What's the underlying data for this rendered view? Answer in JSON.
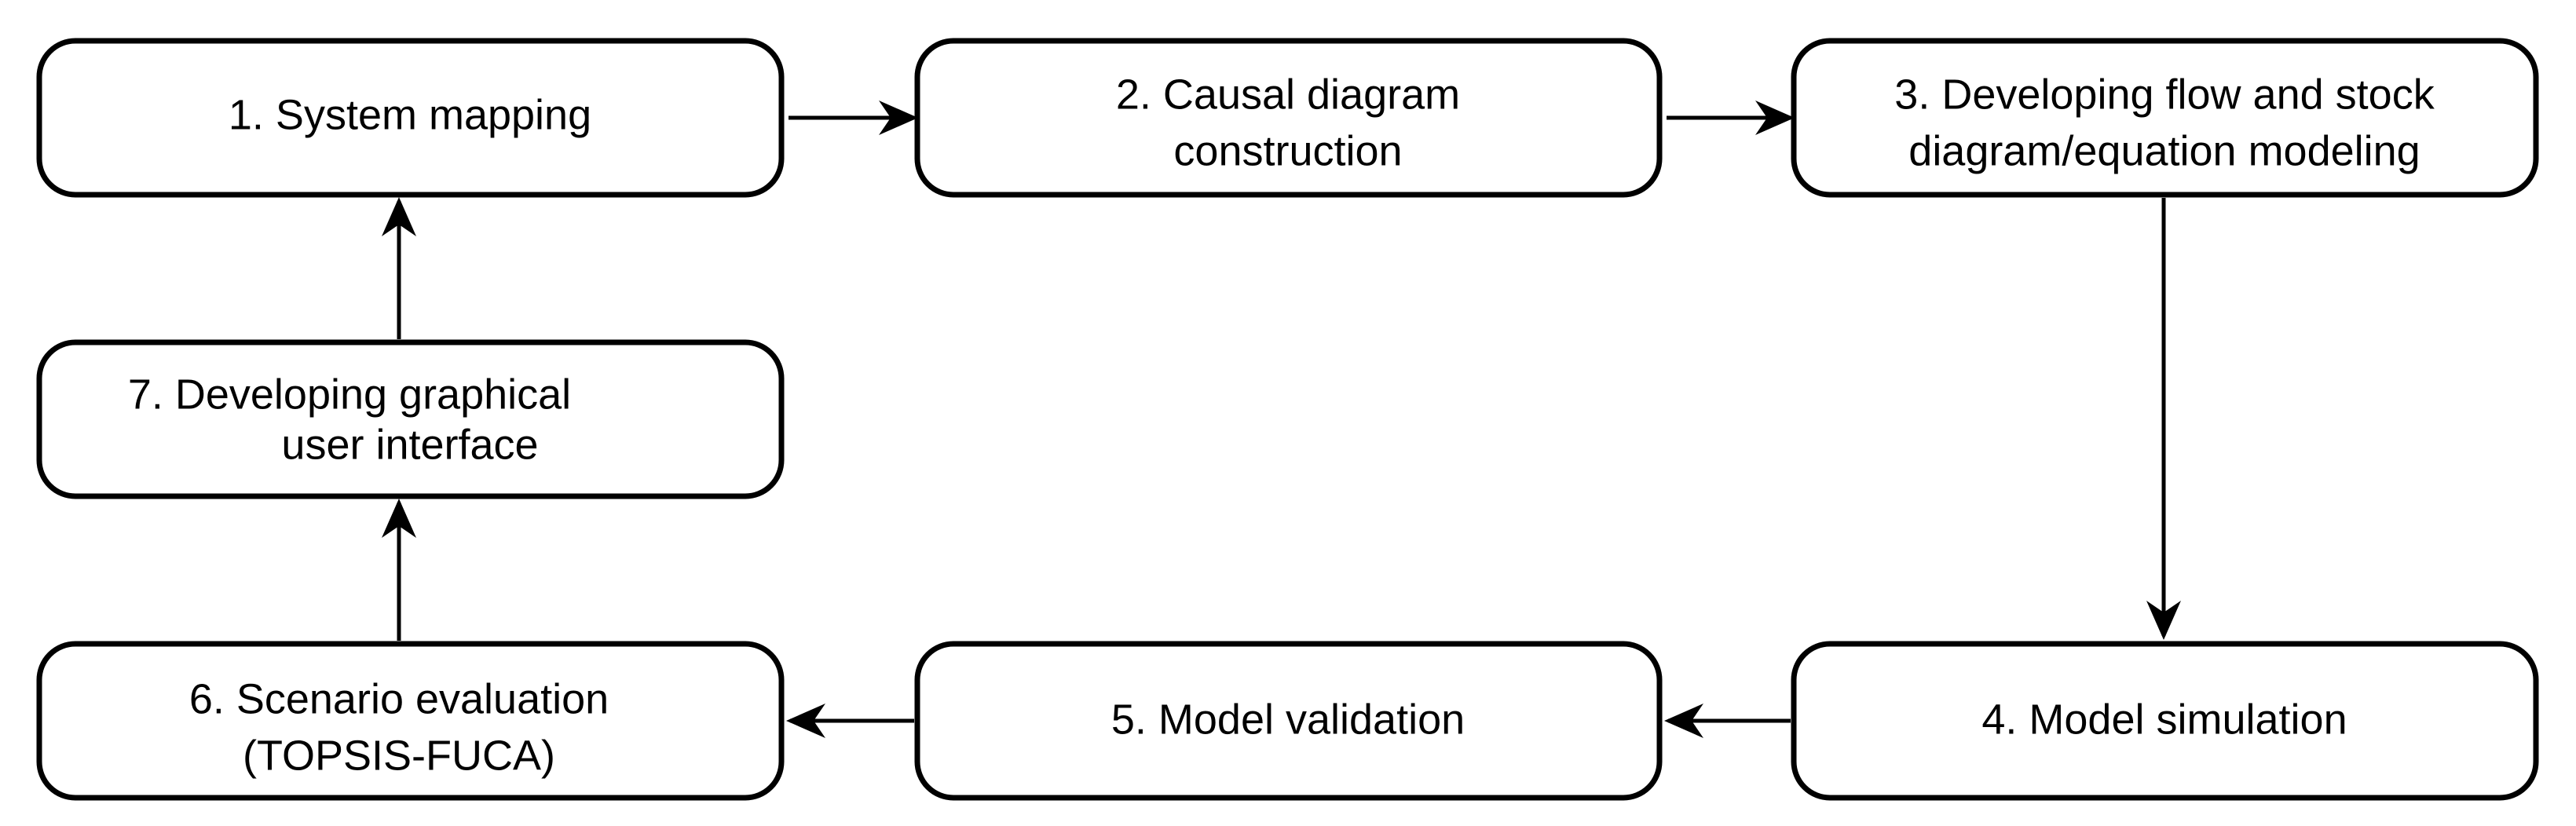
{
  "nodes": [
    {
      "id": "n1",
      "lines": [
        "1. System mapping"
      ]
    },
    {
      "id": "n2",
      "lines": [
        "2. Causal diagram",
        "construction"
      ]
    },
    {
      "id": "n3",
      "lines": [
        "3. Developing flow and stock",
        "diagram/equation modeling"
      ]
    },
    {
      "id": "n4",
      "lines": [
        "4. Model simulation"
      ]
    },
    {
      "id": "n5",
      "lines": [
        "5. Model validation"
      ]
    },
    {
      "id": "n6",
      "lines": [
        "6. Scenario evaluation",
        "(TOPSIS-FUCA)"
      ]
    },
    {
      "id": "n7",
      "lines": [
        "7. Developing graphical",
        "user interface"
      ]
    }
  ],
  "edges": [
    {
      "from": "n1",
      "to": "n2"
    },
    {
      "from": "n2",
      "to": "n3"
    },
    {
      "from": "n3",
      "to": "n4"
    },
    {
      "from": "n4",
      "to": "n5"
    },
    {
      "from": "n5",
      "to": "n6"
    },
    {
      "from": "n6",
      "to": "n7"
    },
    {
      "from": "n7",
      "to": "n1"
    }
  ],
  "colors": {
    "stroke": "#000000",
    "fill": "#ffffff",
    "text": "#000000"
  }
}
